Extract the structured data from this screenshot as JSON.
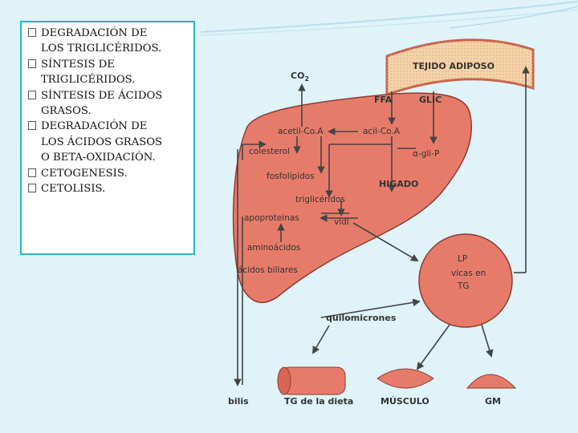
{
  "list": [
    {
      "text": "DEGRADACIÓN DE\nLOS TRIGLICÉRIDOS."
    },
    {
      "text": "SÍNTESIS DE\nTRIGLICÉRIDOS."
    },
    {
      "text": "SÍNTESIS DE ÁCIDOS\nGRASOS."
    },
    {
      "text": "DEGRADACIÓN DE\nLOS ÁCIDOS GRASOS\nO BETA-OXIDACIÓN."
    },
    {
      "text": "CETOGENESIS."
    },
    {
      "text": "CETOLISIS."
    }
  ],
  "diagram": {
    "co2": "CO",
    "co2_sub": "2",
    "adipose": "TEJIDO ADIPOSO",
    "ffa": "FFA",
    "glic": "GLIC",
    "acetil_coa": "acetil-Co.A",
    "acil_coa": "acil-Co.A",
    "colesterol": "colesterol",
    "gli_p": "α-gli-P",
    "fosfolipidos": "fosfolípidos",
    "higado": "HIGADO",
    "trigliceridos": "triglicéridos",
    "apoproteinas": "apoproteinas",
    "vldl": "vldl",
    "aminoacidos": "aminoácidos",
    "acidos_biliares": "ácidos biliares",
    "lp": "LP",
    "vicas_en": "vicas en",
    "tg": "TG",
    "quilomicrones": "quilomicrones",
    "bilis": "bilis",
    "tg_dieta": "TG de la dieta",
    "musculo": "MÚSCULO",
    "gm": "GM"
  },
  "colors": {
    "background": "#dff3f8",
    "box_border": "#23b7c9",
    "organ_fill": "#e77b6a",
    "organ_stroke": "#8c3b31",
    "adipose_fill": "#f4d3a9",
    "adipose_border": "#c8624f",
    "arrow": "#444444"
  }
}
